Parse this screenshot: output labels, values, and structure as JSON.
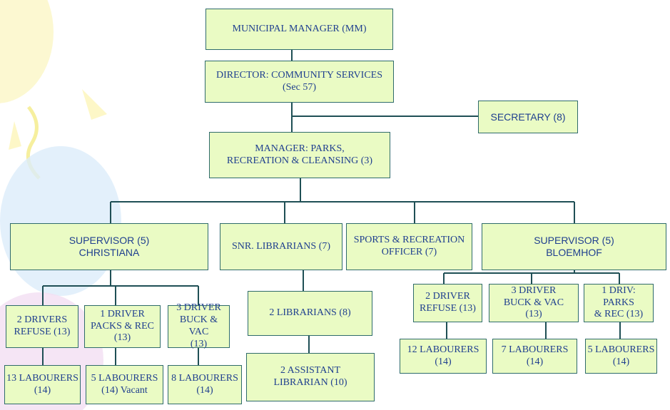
{
  "colors": {
    "box_fill": "#eafbc4",
    "box_border": "#2f6b6b",
    "connector": "#1f4f55",
    "text": "#1f3f8f"
  },
  "boxes": {
    "mm": "MUNICIPAL MANAGER (MM)",
    "director": "DIRECTOR: COMMUNITY SERVICES\n(Sec 57)",
    "secretary": "SECRETARY (8)",
    "manager": "MANAGER: PARKS,\nRECREATION & CLEANSING (3)",
    "supervisor_christiana": "SUPERVISOR (5)\nCHRISTIANA",
    "snr_librarians": "SNR. LIBRARIANS (7)",
    "sports_officer": "SPORTS & RECREATION\nOFFICER (7)",
    "supervisor_bloemhof": "SUPERVISOR (5)\nBLOEMHOF",
    "c_drivers_refuse": "2 DRIVERS\nREFUSE (13)",
    "c_driver_packs": "1 DRIVER\nPACKS & REC\n(13)",
    "c_driver_buck": "3 DRIVER\nBUCK & VAC\n(13)",
    "c_labourers_13": "13 LABOURERS\n(14)",
    "c_labourers_5": "5 LABOURERS\n(14) Vacant",
    "c_labourers_8": "8 LABOURERS\n(14)",
    "librarians": "2 LIBRARIANS (8)",
    "assistant_librarian": "2 ASSISTANT\nLIBRARIAN (10)",
    "b_driver_refuse": "2 DRIVER\nREFUSE (13)",
    "b_driver_buck": "3 DRIVER\nBUCK & VAC\n(13)",
    "b_driv_parks": "1 DRIV: PARKS\n& REC (13)",
    "b_labourers_12": "12 LABOURERS\n(14)",
    "b_labourers_7": "7 LABOURERS\n(14)",
    "b_labourers_5": "5 LABOURERS\n(14)"
  }
}
